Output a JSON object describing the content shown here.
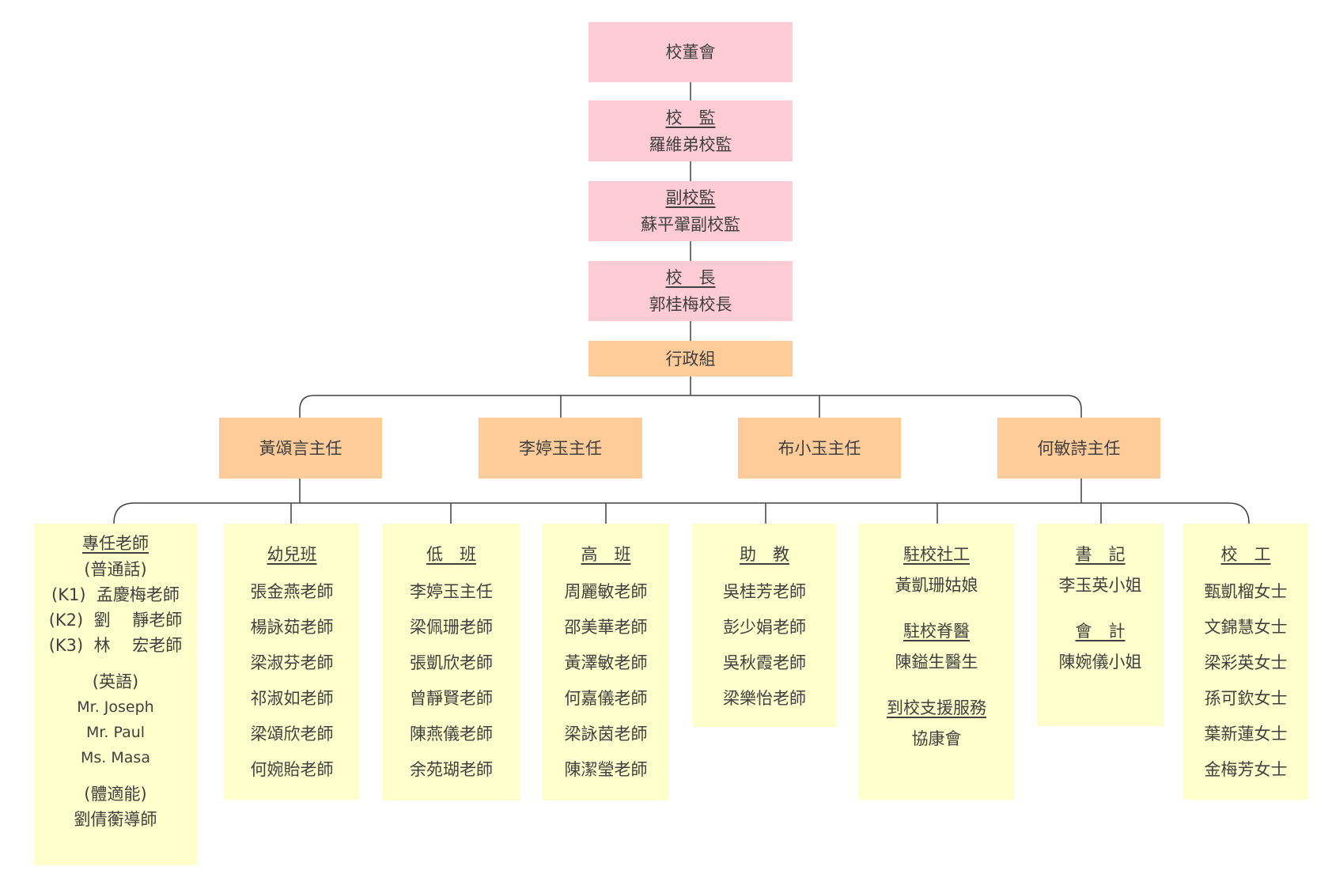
{
  "top": {
    "board": {
      "label": "校董會"
    },
    "supervisor": {
      "title": "校　監",
      "name": "羅維弟校監"
    },
    "deputy": {
      "title": "副校監",
      "name": "蘇平翬副校監"
    },
    "principal": {
      "title": "校　長",
      "name": "郭桂梅校長"
    },
    "admin": {
      "label": "行政組"
    }
  },
  "directors": [
    "黃頌言主任",
    "李婷玉主任",
    "布小玉主任",
    "何敏詩主任"
  ],
  "columns": {
    "specialist": {
      "title": "專任老師",
      "mandarin_label": "(普通話)",
      "mandarin": [
        "(K1)  孟慶梅老師",
        "(K2)  劉　 靜老師",
        "(K3)  林　 宏老師"
      ],
      "english_label": "(英語)",
      "english": [
        "Mr. Joseph",
        "Mr. Paul",
        "Ms. Masa"
      ],
      "pe_label": "(體適能)",
      "pe": [
        "劉倩蘅導師"
      ]
    },
    "nursery": {
      "title": "幼兒班",
      "items": [
        "張金燕老師",
        "楊詠茹老師",
        "梁淑芬老師",
        "祁淑如老師",
        "梁頌欣老師",
        "何婉貽老師"
      ]
    },
    "lower": {
      "title": "低　班",
      "items": [
        "李婷玉主任",
        "梁佩珊老師",
        "張凱欣老師",
        "曾靜賢老師",
        "陳燕儀老師",
        "余苑瑚老師"
      ]
    },
    "upper": {
      "title": "高　班",
      "items": [
        "周麗敏老師",
        "邵美華老師",
        "黃澤敏老師",
        "何嘉儀老師",
        "梁詠茵老師",
        "陳潔瑩老師"
      ]
    },
    "assistant": {
      "title": "助　教",
      "items": [
        "吳桂芳老師",
        "彭少娟老師",
        "吳秋霞老師",
        "梁樂怡老師"
      ]
    },
    "support": {
      "social_title": "駐校社工",
      "social": [
        "黃凱珊姑娘"
      ],
      "spine_title": "駐校脊醫",
      "spine": [
        "陳鎰生醫生"
      ],
      "outreach_title": "到校支援服務",
      "outreach": [
        "協康會"
      ]
    },
    "clerical": {
      "clerk_title": "書　記",
      "clerk": [
        "李玉英小姐"
      ],
      "accounting_title": "會　計",
      "accounting": [
        "陳婉儀小姐"
      ]
    },
    "workers": {
      "title": "校　工",
      "items": [
        "甄凱榴女士",
        "文錦慧女士",
        "梁彩英女士",
        "孫可欽女士",
        "葉新蓮女士",
        "金梅芳女士"
      ]
    }
  },
  "colors": {
    "pink": "#ffccd5",
    "orange": "#ffcc99",
    "yellow": "#ffffcc",
    "line": "#404040"
  }
}
